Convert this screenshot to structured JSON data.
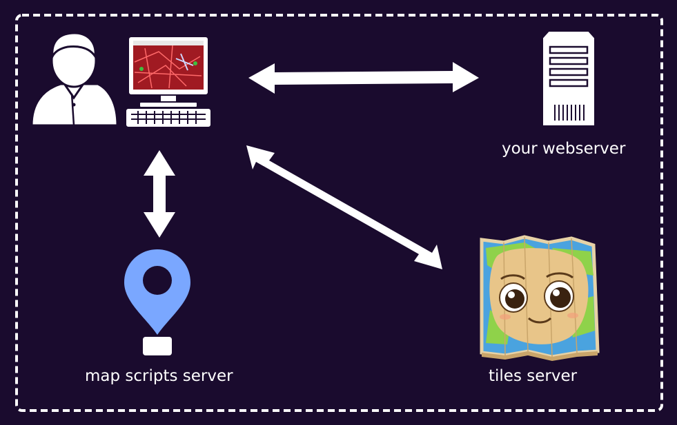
{
  "nodes": {
    "webserver": {
      "label": "your webserver",
      "icon": "server-icon"
    },
    "map_scripts": {
      "label": "map scripts server",
      "icon": "map-pin-icon"
    },
    "tiles": {
      "label": "tiles server",
      "icon": "cartoon-map-icon"
    },
    "user": {
      "icon": "user-icon"
    },
    "computer": {
      "icon": "computer-with-map-icon"
    }
  },
  "colors": {
    "background": "#1a0b2e",
    "foreground": "#ffffff",
    "pin": "#7aa7ff",
    "map_red": "#a01a22"
  }
}
